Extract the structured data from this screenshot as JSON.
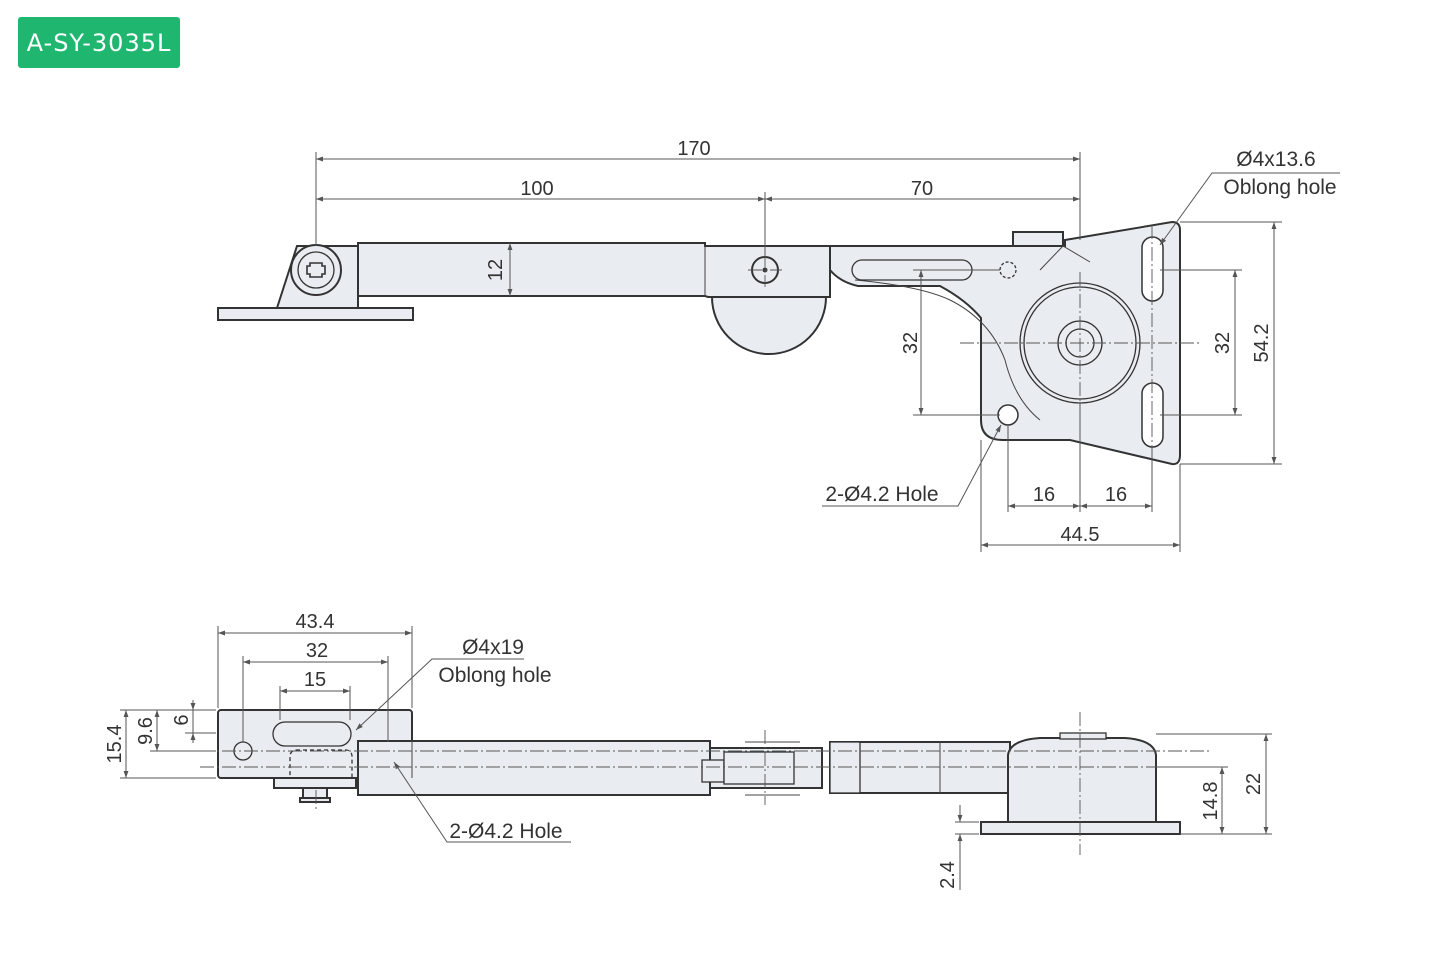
{
  "model_code": "A-SY-3035L",
  "colors": {
    "badge": "#1fb670",
    "part_fill": "#e9edf1",
    "line": "#333333"
  },
  "top_view": {
    "dims": {
      "overall": "170",
      "arm_left": "100",
      "arm_right": "70",
      "arm_width": "12",
      "hole_spacing_left": "32",
      "hole_spacing_right": "32",
      "plate_height": "54.2",
      "offset_left": "16",
      "offset_right": "16",
      "plate_width": "44.5"
    },
    "labels": {
      "oblong_size": "Ø4x13.6",
      "oblong_text": "Oblong hole",
      "hole_text": "2-Ø4.2 Hole"
    }
  },
  "side_view": {
    "dims": {
      "bracket_width": "43.4",
      "slot_spacing": "32",
      "slot_length": "15",
      "height_total": "15.4",
      "height_mid": "9.6",
      "height_top": "6",
      "body_height": "22",
      "body_lower": "14.8",
      "plate_thickness": "2.4"
    },
    "labels": {
      "oblong_size": "Ø4x19",
      "oblong_text": "Oblong hole",
      "hole_text": "2-Ø4.2 Hole"
    }
  }
}
